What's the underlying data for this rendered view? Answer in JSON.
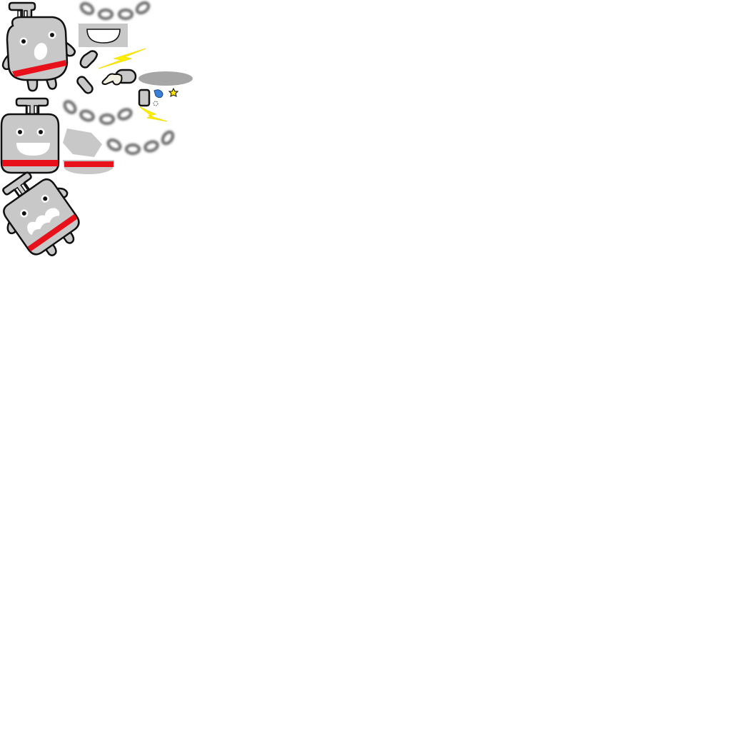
{
  "sprite_sheet": {
    "background_color": "#ffffff",
    "colors": {
      "body_fill": "#c8c8c8",
      "outline": "#111111",
      "sash": "#e8101a",
      "bolt": "#fff200",
      "shadow": "#a6a6a6",
      "pointing_hand": "#f2f0e0",
      "droplet": "#3a7fd8",
      "star": "#ffe500",
      "mouth": "#ffffff",
      "pupil": "#111111"
    },
    "sprites": [
      {
        "name": "character-surprised",
        "icon": "surprised-robot"
      },
      {
        "name": "character-smile",
        "icon": "smiling-robot"
      },
      {
        "name": "character-tilted",
        "icon": "tilted-robot"
      },
      {
        "name": "blur-chain",
        "icon": "chain-blur"
      },
      {
        "name": "mouth-panel",
        "icon": "mouth-smile"
      },
      {
        "name": "lightning",
        "icon": "lightning-bolt"
      },
      {
        "name": "pointing-hand",
        "icon": "pointing-hand"
      },
      {
        "name": "shadow",
        "icon": "ellipse-shadow"
      },
      {
        "name": "droplet",
        "icon": "sweat-drop"
      },
      {
        "name": "star",
        "icon": "star"
      },
      {
        "name": "sparkle",
        "icon": "sparkle"
      }
    ]
  }
}
